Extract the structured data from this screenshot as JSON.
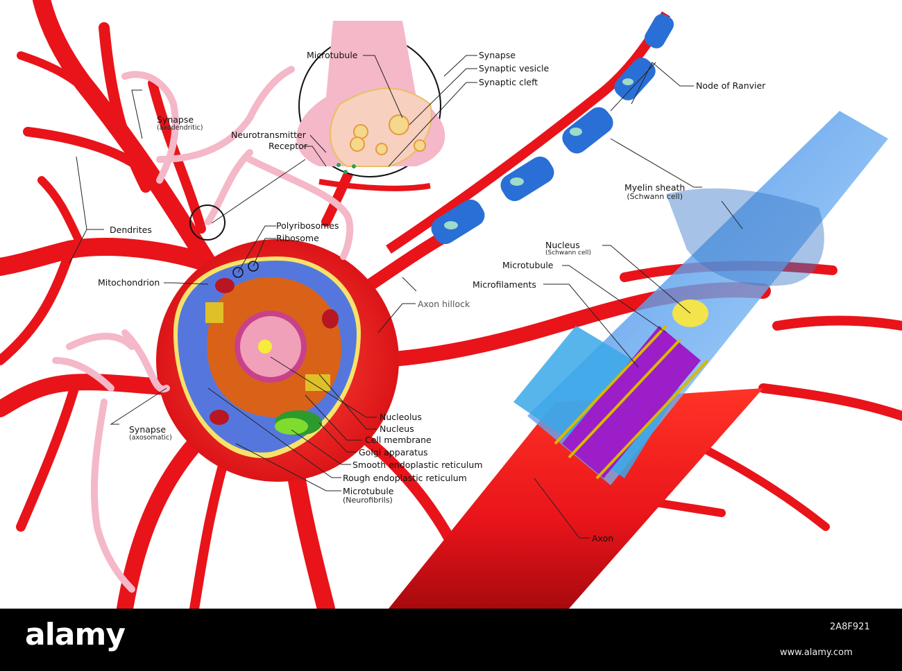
{
  "labels": {
    "microtubule_top": "Microtubule",
    "synapse_top": "Synapse",
    "synaptic_vesicle": "Synaptic vesicle",
    "synaptic_cleft": "Synaptic cleft",
    "node_of_ranvier": "Node of Ranvier",
    "synapse_axodendritic": "Synapse",
    "axodendritic_sub": "(axodendritic)",
    "neurotransmitter": "Neurotransmitter",
    "receptor": "Receptor",
    "dendrites": "Dendrites",
    "polyribosomes": "Polyribosomes",
    "ribosome": "Ribosome",
    "myelin_sheath": "Myelin sheath",
    "myelin_sub": "(Schwann cell)",
    "mitochondrion": "Mitochondrion",
    "nucleus_schwann": "Nucleus",
    "nucleus_schwann_sub": "(Schwann cell)",
    "microtubule_axon": "Microtubule",
    "microfilaments": "Microfilaments",
    "axon_hillock": "Axon hillock",
    "nucleolus": "Nucleolus",
    "nucleus": "Nucleus",
    "cell_membrane": "Cell membrane",
    "synapse_axosomatic": "Synapse",
    "axosomatic_sub": "(axosomatic)",
    "golgi": "Golgi apparatus",
    "smooth_er": "Smooth endoplastic reticulum",
    "rough_er": "Rough endoplastic reticulum",
    "microtubule_neuro": "Microtubule",
    "neurofibrils_sub": "(Neurofibrils)",
    "axon": "Axon"
  },
  "footer": {
    "logo": "alamy",
    "image_id": "2A8F921",
    "url": "www.alamy.com"
  },
  "colors": {
    "neuron": "#e8141a",
    "neuron_dark": "#b30a0e",
    "myelin": "#2a6fd6",
    "cytoplasm": "#5577dd",
    "synapse_pink": "#f4b8c8",
    "microfilament": "#9b1ec8",
    "footer_bg": "#000000"
  }
}
